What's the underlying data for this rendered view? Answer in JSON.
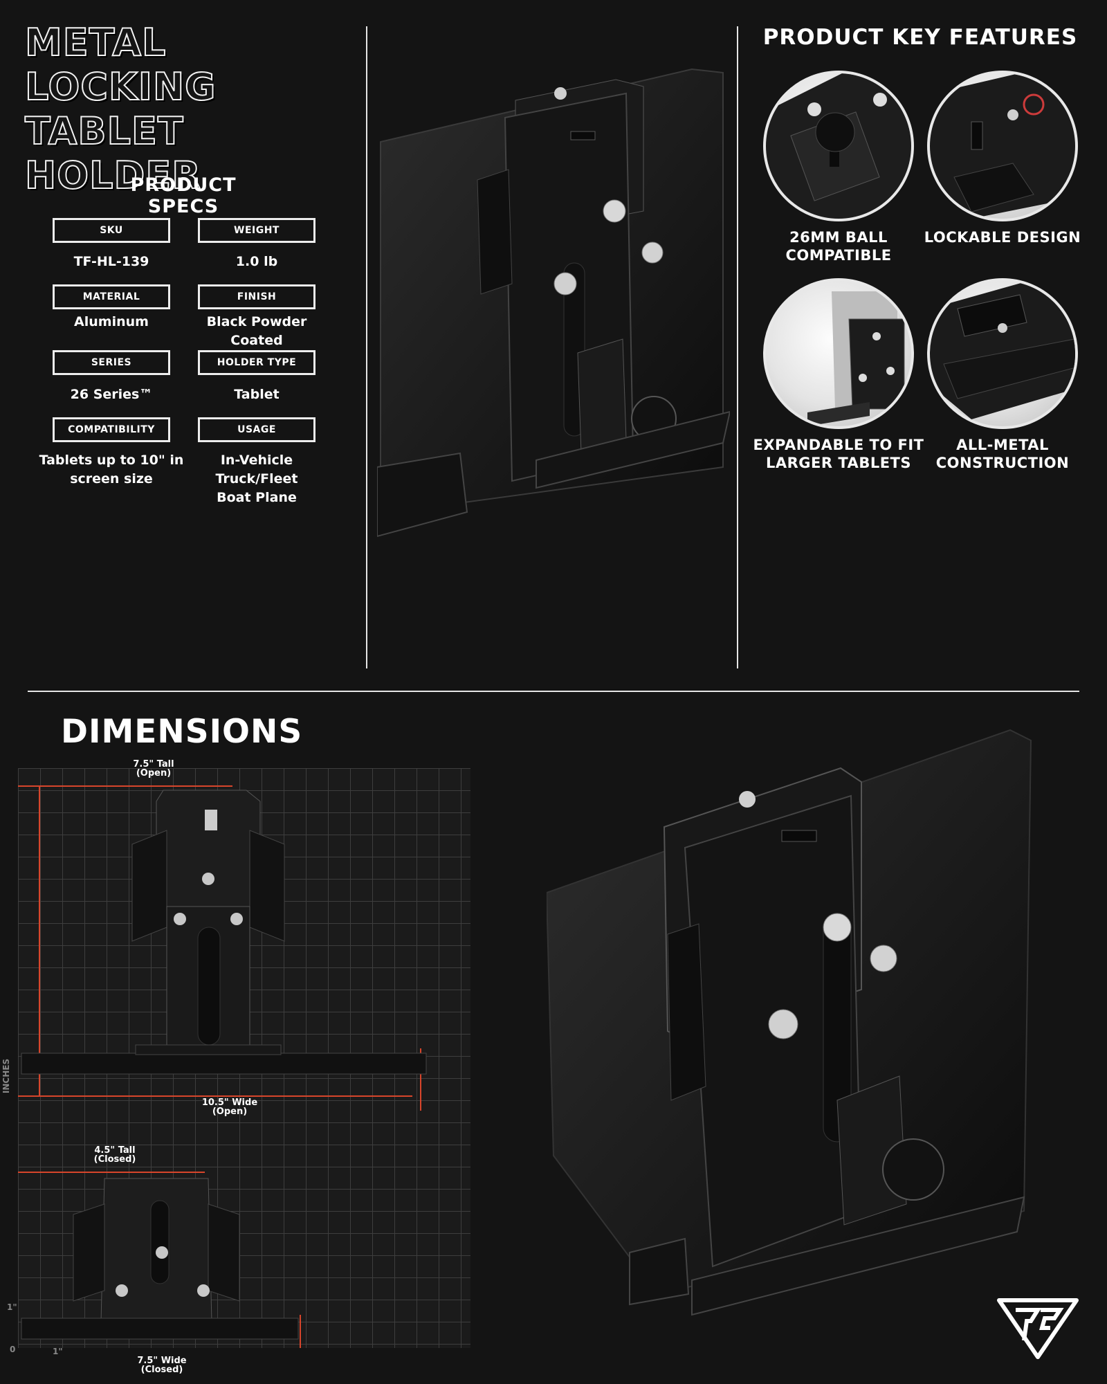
{
  "title": {
    "line1": "METAL LOCKING",
    "line2": "TABLET HOLDER"
  },
  "specs": {
    "heading": "PRODUCT SPECS",
    "items": [
      {
        "label": "SKU",
        "value": "TF-HL-139"
      },
      {
        "label": "WEIGHT",
        "value": "1.0 lb"
      },
      {
        "label": "MATERIAL",
        "value": "Aluminum"
      },
      {
        "label": "FINISH",
        "value": "Black Powder Coated"
      },
      {
        "label": "SERIES",
        "value": "26 Series™"
      },
      {
        "label": "HOLDER TYPE",
        "value": "Tablet"
      },
      {
        "label": "COMPATIBILITY",
        "value": "Tablets up to 10\" in screen size"
      },
      {
        "label": "USAGE",
        "value": "In-Vehicle Truck/Fleet Boat Plane"
      }
    ]
  },
  "features": {
    "heading": "PRODUCT KEY FEATURES",
    "items": [
      {
        "label": "26MM BALL COMPATIBLE"
      },
      {
        "label": "LOCKABLE DESIGN"
      },
      {
        "label": "EXPANDABLE TO FIT LARGER TABLETS"
      },
      {
        "label": "ALL-METAL CONSTRUCTION"
      }
    ]
  },
  "dimensions": {
    "heading": "DIMENSIONS",
    "open_tall": {
      "value": "7.5\" Tall",
      "note": "(Open)"
    },
    "open_wide": {
      "value": "10.5\" Wide",
      "note": "(Open)"
    },
    "closed_tall": {
      "value": "4.5\" Tall",
      "note": "(Closed)"
    },
    "closed_wide": {
      "value": "7.5\" Wide",
      "note": "(Closed)"
    },
    "axis_unit": "INCHES",
    "tick_zero": "0",
    "tick_one": "1\"",
    "tick_one_x": "1\""
  },
  "colors": {
    "background": "#141414",
    "accent_line": "#d8452b",
    "text": "#ffffff"
  },
  "icons": {
    "logo": "brand-logo-icon"
  }
}
